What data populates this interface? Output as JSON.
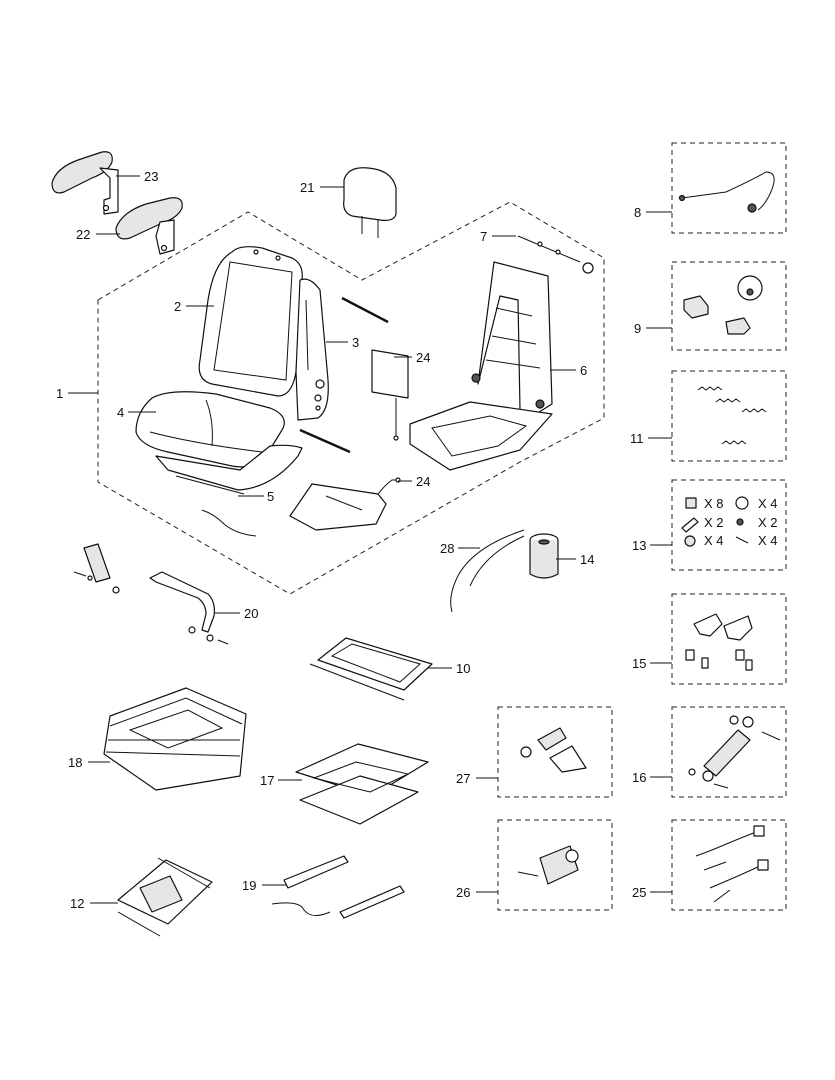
{
  "callouts": {
    "c1": "1",
    "c2": "2",
    "c3": "3",
    "c4": "4",
    "c5": "5",
    "c6": "6",
    "c7": "7",
    "c8": "8",
    "c9": "9",
    "c10": "10",
    "c11": "11",
    "c12": "12",
    "c14": "14",
    "c15": "15",
    "c16": "16",
    "c17": "17",
    "c18": "18",
    "c19": "19",
    "c20": "20",
    "c21": "21",
    "c22": "22",
    "c23": "23",
    "c24a": "24",
    "c24b": "24",
    "c25": "25",
    "c26": "26",
    "c27": "27",
    "c28": "28",
    "c13": "13"
  },
  "kit13": {
    "q1": "X 8",
    "q2": "X 4",
    "q3": "X 2",
    "q4": "X 2",
    "q5": "X 4",
    "q6": "X 4"
  }
}
